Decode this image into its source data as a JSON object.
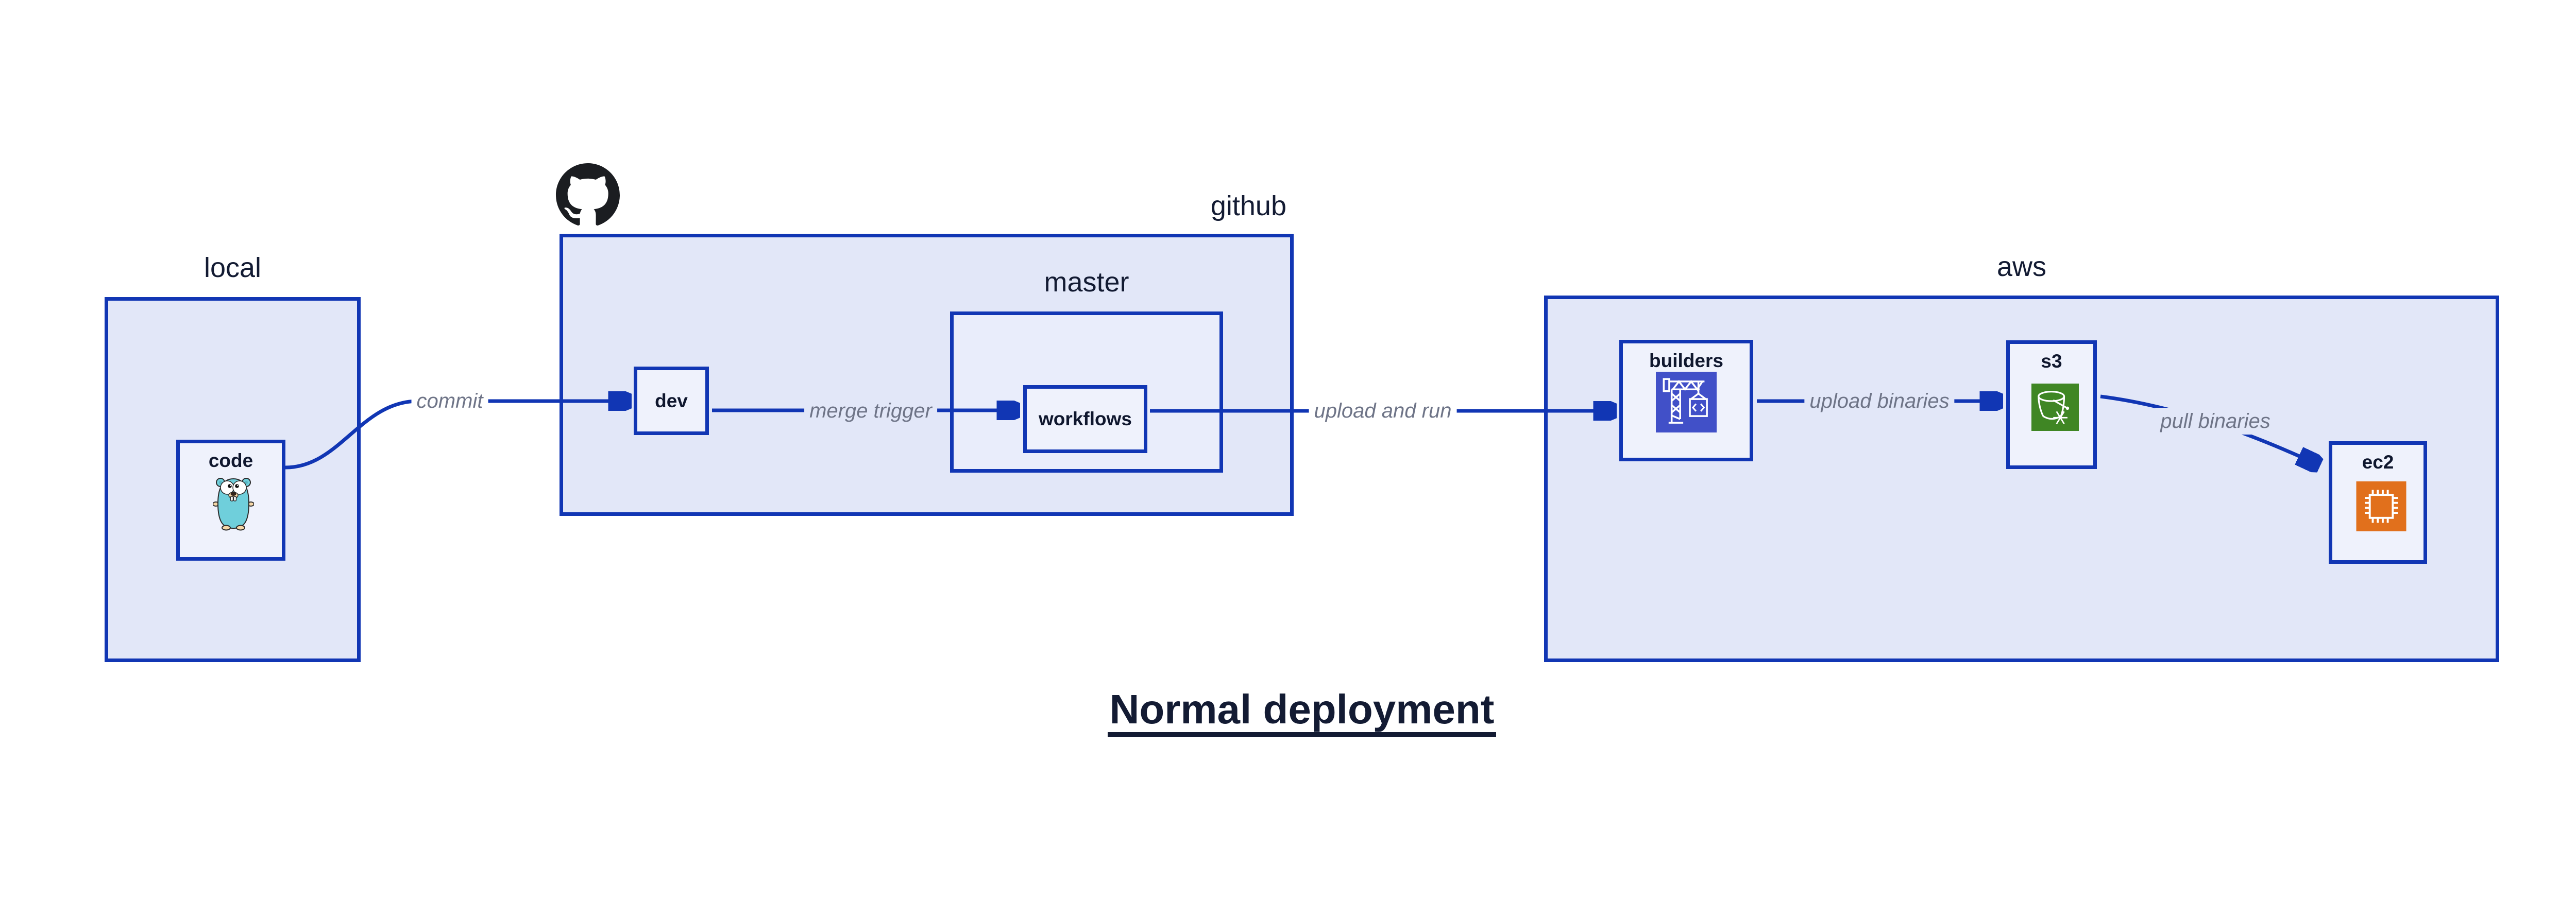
{
  "title": "Normal deployment",
  "containers": {
    "local": {
      "label": "local"
    },
    "github": {
      "label": "github"
    },
    "master": {
      "label": "master"
    },
    "aws": {
      "label": "aws"
    }
  },
  "nodes": {
    "code": {
      "label": "code",
      "icon": "go-gopher-icon"
    },
    "dev": {
      "label": "dev"
    },
    "workflows": {
      "label": "workflows"
    },
    "builders": {
      "label": "builders",
      "icon": "aws-codebuild-icon"
    },
    "s3": {
      "label": "s3",
      "icon": "aws-s3-glacier-icon"
    },
    "ec2": {
      "label": "ec2",
      "icon": "aws-ec2-icon"
    }
  },
  "edges": {
    "commit": {
      "label": "commit",
      "from": "code",
      "to": "dev"
    },
    "merge_trigger": {
      "label": "merge trigger",
      "from": "dev",
      "to": "workflows"
    },
    "upload_and_run": {
      "label": "upload and run",
      "from": "workflows",
      "to": "builders"
    },
    "upload_binaries": {
      "label": "upload binaries",
      "from": "builders",
      "to": "s3"
    },
    "pull_binaries": {
      "label": "pull binaries",
      "from": "s3",
      "to": "ec2"
    }
  },
  "icons": {
    "header": "github-octocat-icon"
  },
  "colors": {
    "border_and_arrows": "#1136b4",
    "container_fill": "#e2e7f8",
    "nested_container_fill": "#e9edfb",
    "leaf_fill": "#eff2fc",
    "label_text": "#131b33",
    "edge_label_text": "#6e7487",
    "octocat": "#1b1d21",
    "codebuild_icon_bg": "#4150c8",
    "s3_glacier_icon_bg": "#3f8624",
    "ec2_icon_bg": "#e1701c",
    "gopher_body": "#6fcfdb",
    "page_background": "#ffffff"
  }
}
